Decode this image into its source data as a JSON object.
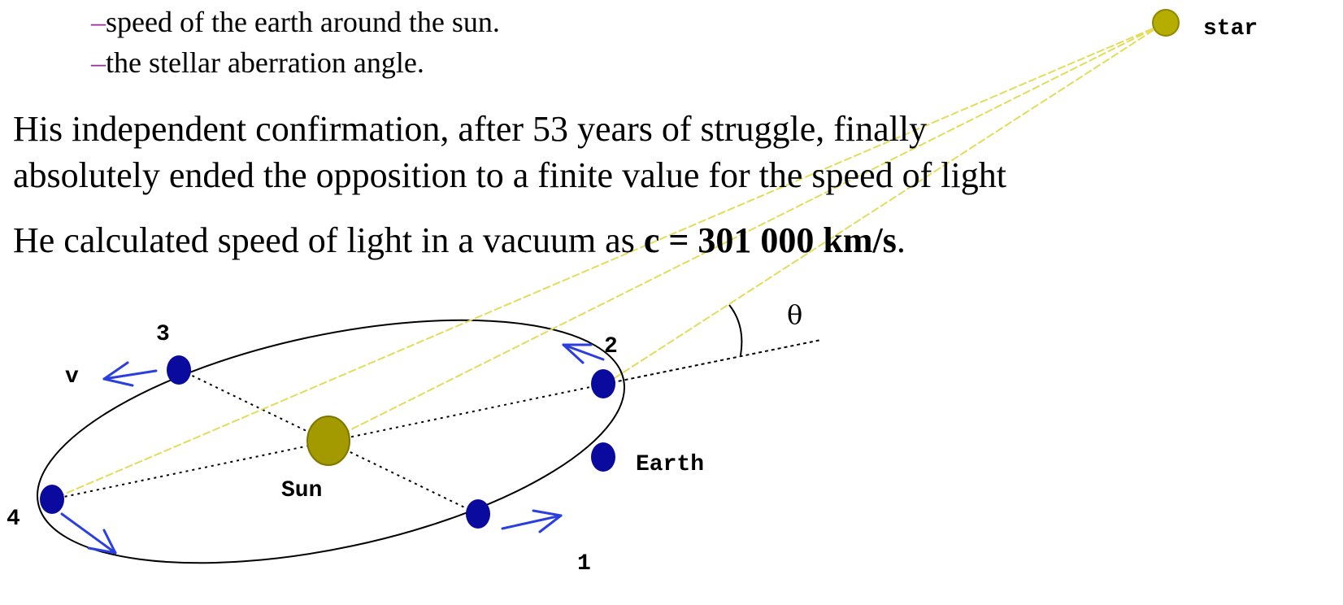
{
  "bullets": [
    {
      "dash": "–",
      "text": "speed of the earth around the sun."
    },
    {
      "dash": "–",
      "text": "the stellar aberration angle."
    }
  ],
  "paragraph1": {
    "line1": "His independent confirmation, after 53 years of struggle, finally",
    "line2": "absolutely ended the opposition to a finite value for the speed of light"
  },
  "paragraph2": {
    "prefix": "He calculated speed of  light in a vacuum as ",
    "value": "c = 301 000 km/s",
    "suffix": "."
  },
  "diagram": {
    "labels": {
      "star": "star",
      "sun": "Sun",
      "earth": "Earth",
      "velocity": "v",
      "angle": "θ",
      "pos1": "1",
      "pos2": "2",
      "pos3": "3",
      "pos4": "4"
    },
    "colors": {
      "orbit": "#000000",
      "earth": "#0a0a9e",
      "sun": "#a39a00",
      "star": "#b5ad00",
      "light_ray": "#e8e070",
      "velocity_arrow": "#2b3fe0"
    }
  }
}
